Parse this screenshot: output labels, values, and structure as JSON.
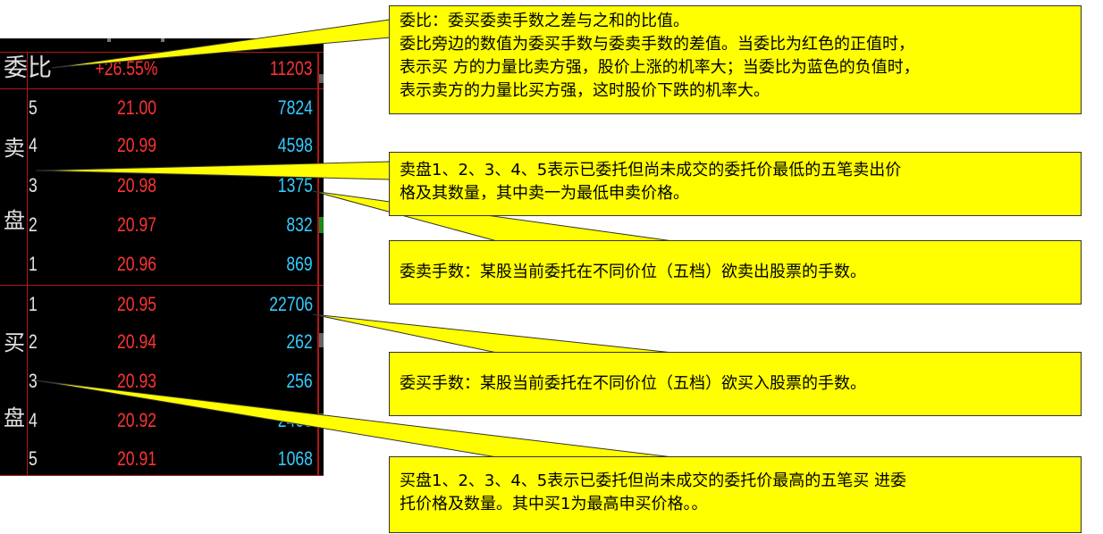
{
  "quote": {
    "weibi": {
      "label": "委比",
      "percent": "+26.55%",
      "value": "11203"
    },
    "sell_side_label": [
      "卖",
      "盘"
    ],
    "buy_side_label": [
      "买",
      "盘"
    ],
    "sell_rows": [
      {
        "level": "5",
        "price": "21.00",
        "volume": "7824"
      },
      {
        "level": "4",
        "price": "20.99",
        "volume": "4598"
      },
      {
        "level": "3",
        "price": "20.98",
        "volume": "1375"
      },
      {
        "level": "2",
        "price": "20.97",
        "volume": "832"
      },
      {
        "level": "1",
        "price": "20.96",
        "volume": "869"
      }
    ],
    "buy_rows": [
      {
        "level": "1",
        "price": "20.95",
        "volume": "22706"
      },
      {
        "level": "2",
        "price": "20.94",
        "volume": "262"
      },
      {
        "level": "3",
        "price": "20.93",
        "volume": "256"
      },
      {
        "level": "4",
        "price": "20.92",
        "volume": "2403"
      },
      {
        "level": "5",
        "price": "20.91",
        "volume": "1068"
      }
    ]
  },
  "callouts": {
    "weibi": [
      "委比：委买委卖手数之差与之和的比值。",
      "委比旁边的数值为委买手数与委卖手数的差值。当委比为红色的正值时，",
      "表示买 方的力量比卖方强，股价上涨的机率大；当委比为蓝色的负值时，",
      "表示卖方的力量比买方强，这时股价下跌的机率大。"
    ],
    "sell_panel": [
      "卖盘1、2、3、4、5表示已委托但尚未成交的委托价最低的五笔卖出价",
      "格及其数量，其中卖一为最低申卖价格。"
    ],
    "sell_volume": [
      "委卖手数：某股当前委托在不同价位（五档）欲卖出股票的手数。"
    ],
    "buy_volume": [
      "委买手数：某股当前委托在不同价位（五档）欲买入股票的手数。"
    ],
    "buy_panel": [
      "买盘1、2、3、4、5表示已委托但尚未成交的委托价最高的五笔买 进委",
      "托价格及数量。其中买1为最高申买价格。。"
    ]
  },
  "colors": {
    "panel_bg": "#000000",
    "price_red": "#ff3333",
    "volume_cyan": "#33ccff",
    "divider": "#b01818",
    "callout_bg": "#ffff00"
  }
}
